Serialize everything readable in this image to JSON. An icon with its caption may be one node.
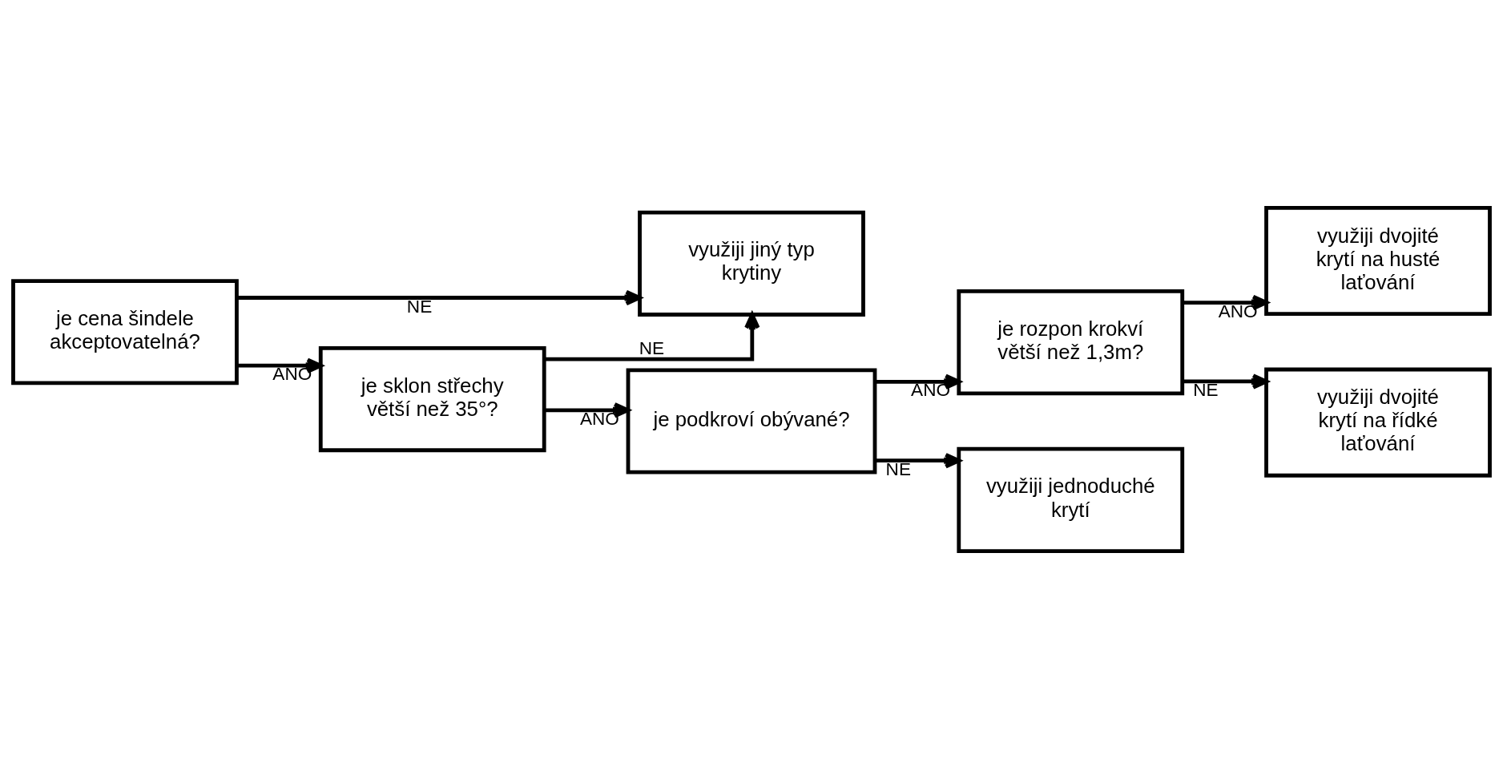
{
  "diagram": {
    "nodes": [
      {
        "text": [
          "je cena šindele akceptovatelná?"
        ]
      },
      {
        "text": [
          "je sklon střechy větší než 35°?"
        ]
      },
      {
        "text": [
          "využiji jiný typ krytiny"
        ]
      },
      {
        "text": [
          "je podkroví obývané?"
        ]
      },
      {
        "text": [
          "je rozpon krokví větší než 1,3m?"
        ]
      },
      {
        "text": [
          "využiji jednoduché krytí"
        ]
      },
      {
        "text": [
          "využiji dvojité krytí na husté laťování"
        ]
      },
      {
        "text": [
          "využiji dvojité krytí na řídké laťování"
        ]
      }
    ],
    "edges": [
      {
        "from": 0,
        "to": 1,
        "arrow": "to",
        "label": "ANO"
      },
      {
        "from": 0,
        "to": 2,
        "arrow": "to",
        "label": "NE"
      },
      {
        "from": 1,
        "to": 2,
        "arrow": "to",
        "label": "NE"
      },
      {
        "from": 1,
        "to": 3,
        "arrow": "to",
        "label": "ANO"
      },
      {
        "from": 3,
        "to": 4,
        "arrow": "to",
        "label": "ANO"
      },
      {
        "from": 3,
        "to": 5,
        "arrow": "to",
        "label": "NE"
      },
      {
        "from": 4,
        "to": 6,
        "arrow": "to",
        "label": "ANO"
      },
      {
        "from": 4,
        "to": 7,
        "arrow": "to",
        "label": "NE"
      }
    ]
  }
}
